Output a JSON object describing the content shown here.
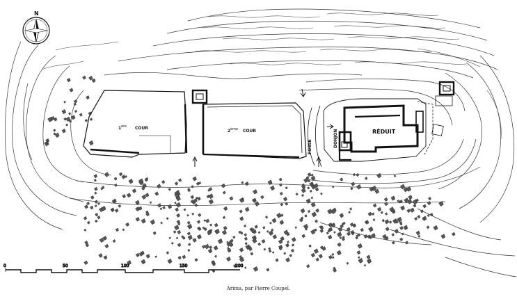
{
  "compass": {
    "north_label": "N",
    "icon": "compass-rose-icon"
  },
  "labels": {
    "cour1_num": "1",
    "cour1_sup": "ère",
    "cour1_word": "COUR",
    "cour2_num": "2",
    "cour2_sup": "ème",
    "cour2_word": "COUR",
    "fosse": "FOSSÉ",
    "donjon": "DONJON",
    "reduit": "RÉDUIT"
  },
  "scale": {
    "ticks": [
      "0",
      "50",
      "100",
      "150",
      "200"
    ]
  },
  "caption": "Arima, par Pierre Coupel.",
  "colors": {
    "ink": "#111111",
    "paper": "#ffffff"
  }
}
